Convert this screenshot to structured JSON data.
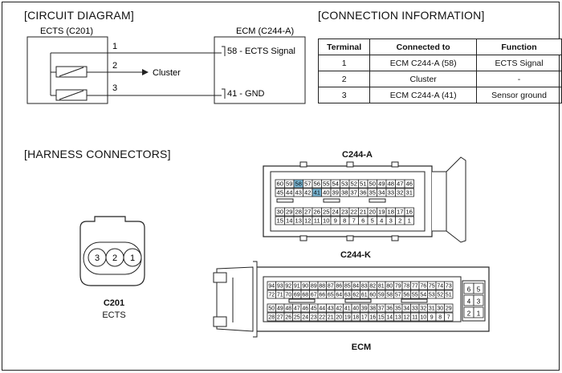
{
  "headings": {
    "circuit": "[CIRCUIT DIAGRAM]",
    "connection": "[CONNECTION INFORMATION]",
    "harness": "[HARNESS CONNECTORS]"
  },
  "circuit": {
    "sensor_label": "ECTS (C201)",
    "ecm_label": "ECM (C244-A)",
    "pin_1": "1",
    "pin_2": "2",
    "pin_3": "3",
    "cluster_label": "Cluster",
    "ecm_pin_58": "58 - ECTS Signal",
    "ecm_pin_41": "41 - GND"
  },
  "connection_table": {
    "headers": [
      "Terminal",
      "Connected to",
      "Function"
    ],
    "rows": [
      [
        "1",
        "ECM C244-A (58)",
        "ECTS Signal"
      ],
      [
        "2",
        "Cluster",
        "-"
      ],
      [
        "3",
        "ECM C244-A (41)",
        "Sensor ground"
      ]
    ]
  },
  "harness": {
    "c244a_title": "C244-A",
    "c244a_row1": [
      "60",
      "59",
      "58",
      "57",
      "56",
      "55",
      "54",
      "53",
      "52",
      "51",
      "50",
      "49",
      "48",
      "47",
      "46"
    ],
    "c244a_row2": [
      "45",
      "44",
      "43",
      "42",
      "41",
      "40",
      "39",
      "38",
      "37",
      "36",
      "35",
      "34",
      "33",
      "32",
      "31"
    ],
    "c244a_row3": [
      "30",
      "29",
      "28",
      "27",
      "26",
      "25",
      "24",
      "23",
      "22",
      "21",
      "20",
      "19",
      "18",
      "17",
      "16"
    ],
    "c244a_row4": [
      "15",
      "14",
      "13",
      "12",
      "11",
      "10",
      "9",
      "8",
      "7",
      "6",
      "5",
      "4",
      "3",
      "2",
      "1"
    ],
    "highlight_pins": [
      "58",
      "41"
    ],
    "highlight_color": "#7ab8d6",
    "c244k_title": "C244-K",
    "c244k_row1": [
      "94",
      "93",
      "92",
      "91",
      "90",
      "89",
      "88",
      "87",
      "86",
      "85",
      "84",
      "83",
      "82",
      "81",
      "80",
      "79",
      "78",
      "77",
      "76",
      "75",
      "74",
      "73"
    ],
    "c244k_row2": [
      "72",
      "71",
      "70",
      "69",
      "68",
      "67",
      "66",
      "65",
      "64",
      "63",
      "62",
      "61",
      "60",
      "59",
      "58",
      "57",
      "56",
      "55",
      "54",
      "53",
      "52",
      "51"
    ],
    "c244k_row3": [
      "50",
      "49",
      "48",
      "47",
      "46",
      "45",
      "44",
      "43",
      "42",
      "41",
      "40",
      "39",
      "38",
      "37",
      "36",
      "35",
      "34",
      "33",
      "32",
      "31",
      "30",
      "29"
    ],
    "c244k_row4": [
      "28",
      "27",
      "26",
      "25",
      "24",
      "23",
      "22",
      "21",
      "20",
      "19",
      "18",
      "17",
      "16",
      "15",
      "14",
      "13",
      "12",
      "11",
      "10",
      "9",
      "8",
      "7"
    ],
    "c244k_side": [
      [
        "6",
        "5"
      ],
      [
        "4",
        "3"
      ],
      [
        "2",
        "1"
      ]
    ],
    "ecm_label": "ECM",
    "c201_pins": [
      "3",
      "2",
      "1"
    ],
    "c201_title": "C201",
    "c201_sub": "ECTS"
  }
}
